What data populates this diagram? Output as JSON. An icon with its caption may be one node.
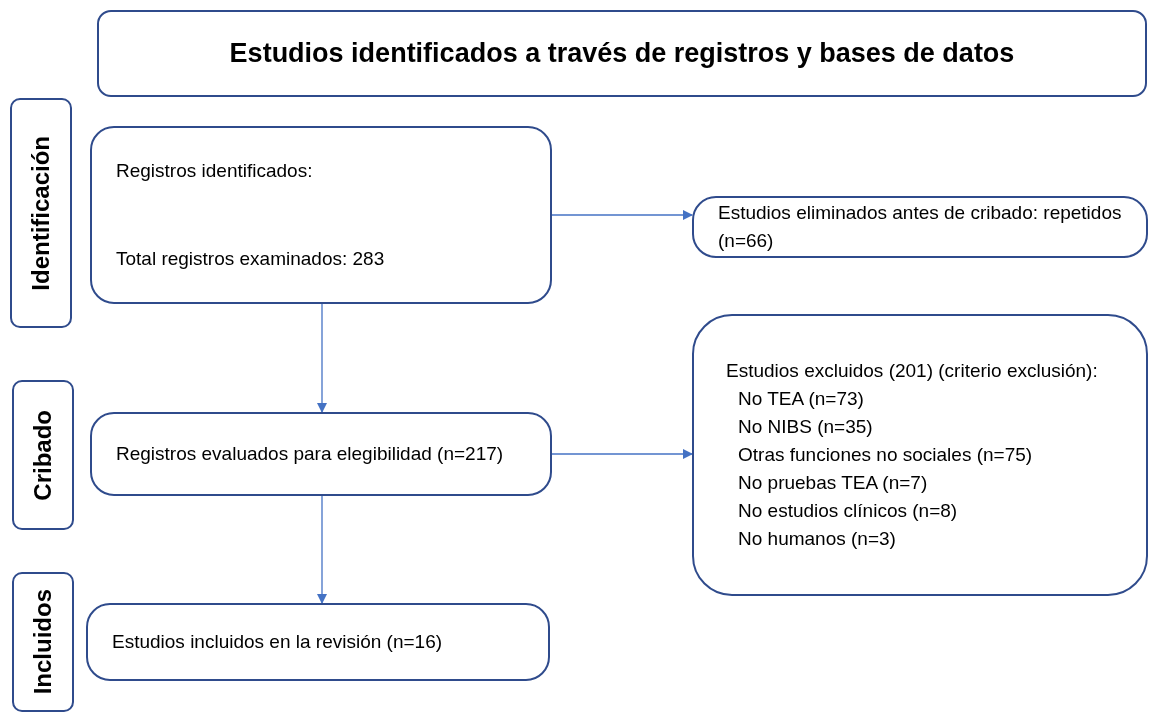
{
  "diagram": {
    "nodes": [
      {
        "text": [
          "Estudios identificados a través de registros y bases de datos"
        ]
      },
      {
        "text": [
          "Identificación"
        ]
      },
      {
        "text": [
          "Cribado"
        ]
      },
      {
        "text": [
          "Incluidos"
        ]
      },
      {
        "text": [
          "Registros identificados:",
          "Total registros examinados: 283"
        ]
      },
      {
        "text": [
          "Estudios eliminados antes de cribado: repetidos (n=66)"
        ]
      },
      {
        "text": [
          "Registros evaluados para elegibilidad (n=217)"
        ]
      },
      {
        "text": [
          "Estudios excluidos (201) (criterio exclusión):",
          "No TEA (n=73)",
          "No NIBS (n=35)",
          "Otras funciones no sociales (n=75)",
          "No pruebas TEA (n=7)",
          "No estudios clínicos (n=8)",
          "No humanos (n=3)"
        ]
      },
      {
        "text": [
          "Estudios incluidos en la revisión (n=16)"
        ]
      }
    ],
    "edges": [
      {
        "from": 4,
        "to": 5,
        "arrow": "to"
      },
      {
        "from": 4,
        "to": 6,
        "arrow": "to"
      },
      {
        "from": 6,
        "to": 7,
        "arrow": "to"
      },
      {
        "from": 6,
        "to": 8,
        "arrow": "to"
      }
    ]
  }
}
